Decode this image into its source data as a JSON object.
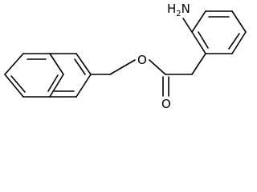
{
  "molecule": {
    "atoms": {
      "amine": {
        "main": "H",
        "sub": "2",
        "tail": "N"
      },
      "ester_oxygen": {
        "main": "O"
      },
      "carbonyl_oxygen": {
        "main": "O"
      }
    }
  }
}
